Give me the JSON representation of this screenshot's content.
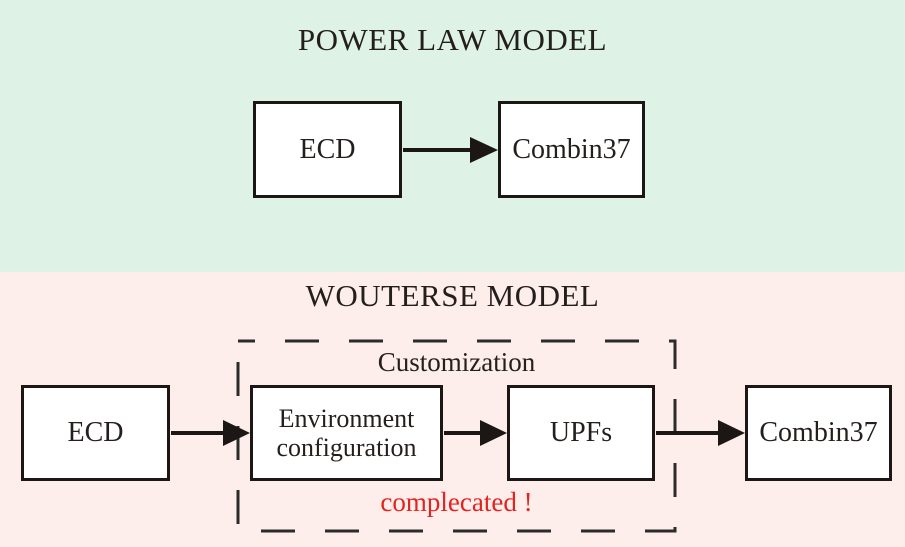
{
  "colors": {
    "power_bg": "#dff2e6",
    "wouterse_bg": "#fdedeb",
    "box_bg": "#ffffff",
    "box_border": "#1c1715",
    "ink": "#241f1c",
    "arrow": "#1c1715",
    "dash": "#2b2b2b",
    "warning": "#e42320"
  },
  "power_section": {
    "title": "POWER LAW MODEL",
    "nodes": [
      {
        "label": "ECD"
      },
      {
        "label": "Combin37"
      }
    ]
  },
  "wouterse_section": {
    "title": "WOUTERSE MODEL",
    "nodes": [
      {
        "label": "ECD"
      },
      {
        "label": "Environment configuration"
      },
      {
        "label": "UPFs"
      },
      {
        "label": "Combin37"
      }
    ],
    "customization_label": "Customization",
    "warning_label": "complecated !"
  }
}
